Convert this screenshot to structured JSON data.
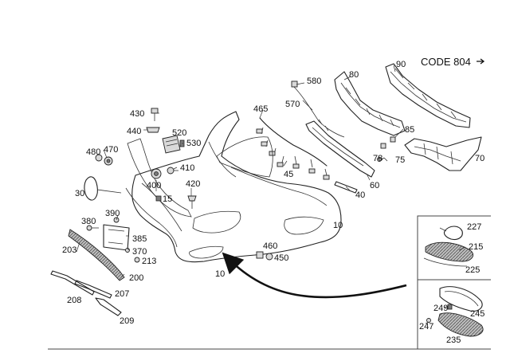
{
  "code_label": "CODE 804",
  "parts": [
    {
      "id": "p90",
      "label": "90"
    },
    {
      "id": "p80",
      "label": "80"
    },
    {
      "id": "p580",
      "label": "580"
    },
    {
      "id": "p570",
      "label": "570"
    },
    {
      "id": "p465",
      "label": "465"
    },
    {
      "id": "p430",
      "label": "430"
    },
    {
      "id": "p440",
      "label": "440"
    },
    {
      "id": "p520",
      "label": "520"
    },
    {
      "id": "p530",
      "label": "530"
    },
    {
      "id": "p480",
      "label": "480"
    },
    {
      "id": "p470",
      "label": "470"
    },
    {
      "id": "p410",
      "label": "410"
    },
    {
      "id": "p400",
      "label": "400"
    },
    {
      "id": "p420",
      "label": "420"
    },
    {
      "id": "p15",
      "label": "15"
    },
    {
      "id": "p30",
      "label": "30"
    },
    {
      "id": "p45",
      "label": "45"
    },
    {
      "id": "p85",
      "label": "85"
    },
    {
      "id": "p78",
      "label": "78"
    },
    {
      "id": "p75",
      "label": "75"
    },
    {
      "id": "p70",
      "label": "70"
    },
    {
      "id": "p60",
      "label": "60"
    },
    {
      "id": "p40",
      "label": "40"
    },
    {
      "id": "p10a",
      "label": "10"
    },
    {
      "id": "p10b",
      "label": "10"
    },
    {
      "id": "p390",
      "label": "390"
    },
    {
      "id": "p380",
      "label": "380"
    },
    {
      "id": "p385",
      "label": "385"
    },
    {
      "id": "p370",
      "label": "370"
    },
    {
      "id": "p213",
      "label": "213"
    },
    {
      "id": "p203",
      "label": "203"
    },
    {
      "id": "p200",
      "label": "200"
    },
    {
      "id": "p460",
      "label": "460"
    },
    {
      "id": "p450",
      "label": "450"
    },
    {
      "id": "p208",
      "label": "208"
    },
    {
      "id": "p207",
      "label": "207"
    },
    {
      "id": "p209",
      "label": "209"
    },
    {
      "id": "p227",
      "label": "227"
    },
    {
      "id": "p215",
      "label": "215"
    },
    {
      "id": "p225",
      "label": "225"
    },
    {
      "id": "p249",
      "label": "249"
    },
    {
      "id": "p245",
      "label": "245"
    },
    {
      "id": "p247",
      "label": "247"
    },
    {
      "id": "p235",
      "label": "235"
    }
  ]
}
